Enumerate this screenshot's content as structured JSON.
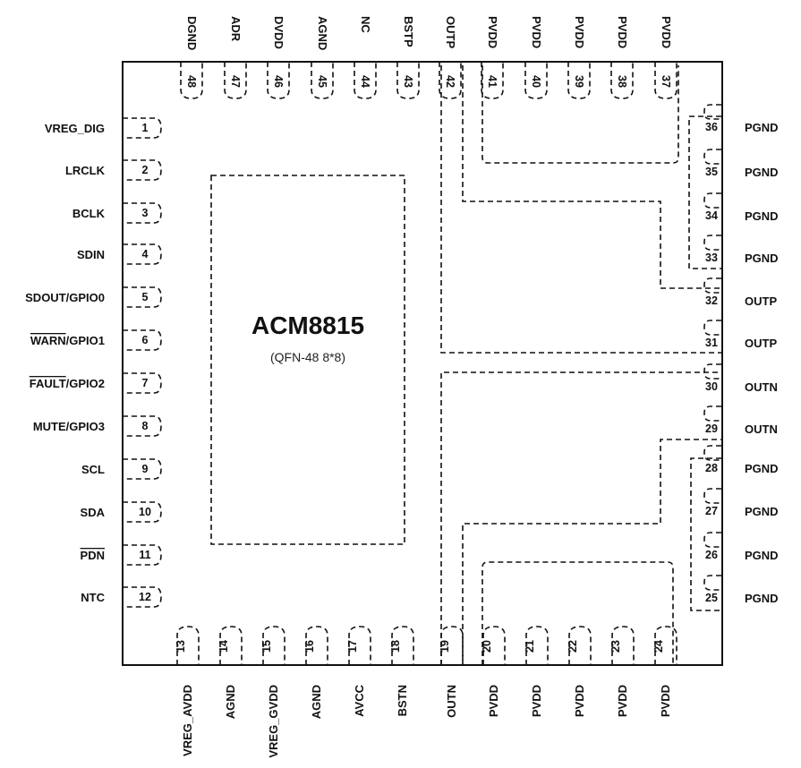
{
  "chip": {
    "name": "ACM8815",
    "package": "(QFN-48 8*8)"
  },
  "pins": {
    "left": [
      {
        "num": "1",
        "label": "VREG_DIG"
      },
      {
        "num": "2",
        "label": "LRCLK"
      },
      {
        "num": "3",
        "label": "BCLK"
      },
      {
        "num": "4",
        "label": "SDIN"
      },
      {
        "num": "5",
        "label": "SDOUT/GPIO0"
      },
      {
        "num": "6",
        "label": "WARN/GPIO1",
        "overline": "WARN",
        "rest": "/GPIO1"
      },
      {
        "num": "7",
        "label": "FAULT/GPIO2",
        "overline": "FAULT",
        "rest": "/GPIO2"
      },
      {
        "num": "8",
        "label": "MUTE/GPIO3"
      },
      {
        "num": "9",
        "label": "SCL"
      },
      {
        "num": "10",
        "label": "SDA"
      },
      {
        "num": "11",
        "label": "PDN",
        "overline": "PDN",
        "rest": ""
      },
      {
        "num": "12",
        "label": "NTC"
      }
    ],
    "bottom": [
      {
        "num": "13",
        "label": "VREG_AVDD"
      },
      {
        "num": "14",
        "label": "AGND"
      },
      {
        "num": "15",
        "label": "VREG_GVDD"
      },
      {
        "num": "16",
        "label": "AGND"
      },
      {
        "num": "17",
        "label": "AVCC"
      },
      {
        "num": "18",
        "label": "BSTN"
      },
      {
        "num": "19",
        "label": "OUTN"
      },
      {
        "num": "20",
        "label": "PVDD"
      },
      {
        "num": "21",
        "label": "PVDD"
      },
      {
        "num": "22",
        "label": "PVDD"
      },
      {
        "num": "23",
        "label": "PVDD"
      },
      {
        "num": "24",
        "label": "PVDD"
      }
    ],
    "right": [
      {
        "num": "25",
        "label": "PGND"
      },
      {
        "num": "26",
        "label": "PGND"
      },
      {
        "num": "27",
        "label": "PGND"
      },
      {
        "num": "28",
        "label": "PGND"
      },
      {
        "num": "29",
        "label": "OUTN"
      },
      {
        "num": "30",
        "label": "OUTN"
      },
      {
        "num": "31",
        "label": "OUTP"
      },
      {
        "num": "32",
        "label": "OUTP"
      },
      {
        "num": "33",
        "label": "PGND"
      },
      {
        "num": "34",
        "label": "PGND"
      },
      {
        "num": "35",
        "label": "PGND"
      },
      {
        "num": "36",
        "label": "PGND"
      }
    ],
    "top": [
      {
        "num": "37",
        "label": "PVDD"
      },
      {
        "num": "38",
        "label": "PVDD"
      },
      {
        "num": "39",
        "label": "PVDD"
      },
      {
        "num": "40",
        "label": "PVDD"
      },
      {
        "num": "41",
        "label": "PVDD"
      },
      {
        "num": "42",
        "label": "OUTP"
      },
      {
        "num": "43",
        "label": "BSTP"
      },
      {
        "num": "44",
        "label": "NC"
      },
      {
        "num": "45",
        "label": "AGND"
      },
      {
        "num": "46",
        "label": "DVDD"
      },
      {
        "num": "47",
        "label": "ADR"
      },
      {
        "num": "48",
        "label": "DGND"
      }
    ]
  }
}
